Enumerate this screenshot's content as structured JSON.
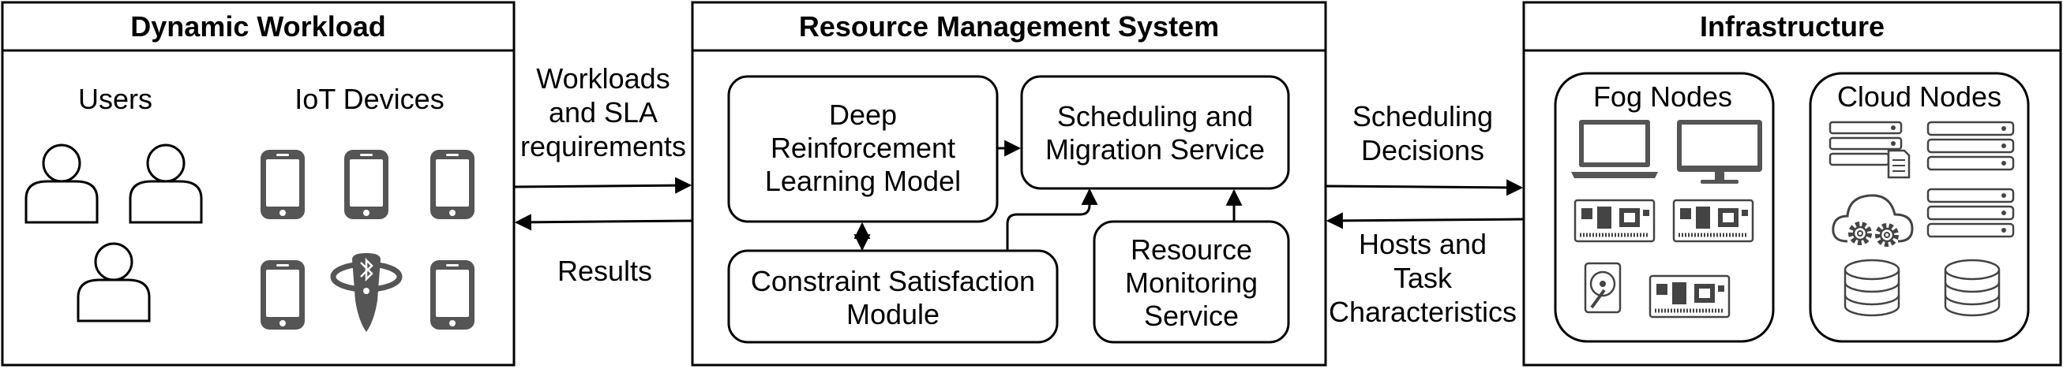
{
  "panels": {
    "workload": {
      "title": "Dynamic Workload",
      "users_label": "Users",
      "iot_label": "IoT Devices"
    },
    "rms": {
      "title": "Resource Management System",
      "drl": [
        "Deep",
        "Reinforcement",
        "Learning Model"
      ],
      "scheduling": [
        "Scheduling and",
        "Migration Service"
      ],
      "csm": [
        "Constraint Satisfaction",
        "Module"
      ],
      "monitoring": [
        "Resource",
        "Monitoring",
        "Service"
      ]
    },
    "infra": {
      "title": "Infrastructure",
      "fog_label": "Fog Nodes",
      "cloud_label": "Cloud Nodes"
    }
  },
  "flows": {
    "workloads": [
      "Workloads",
      "and SLA",
      "requirements"
    ],
    "results": "Results",
    "decisions": [
      "Scheduling",
      "Decisions"
    ],
    "hosts": [
      "Hosts and",
      "Task",
      "Characteristics"
    ]
  },
  "icons": {
    "user": "user-icon",
    "phone": "smartphone-icon",
    "bluetooth": "bluetooth-device-icon",
    "laptop": "laptop-icon",
    "monitor": "monitor-icon",
    "board": "circuit-board-icon",
    "disk": "hard-disk-icon",
    "server": "server-rack-icon",
    "cloud": "cloud-gear-icon",
    "database": "database-icon"
  }
}
